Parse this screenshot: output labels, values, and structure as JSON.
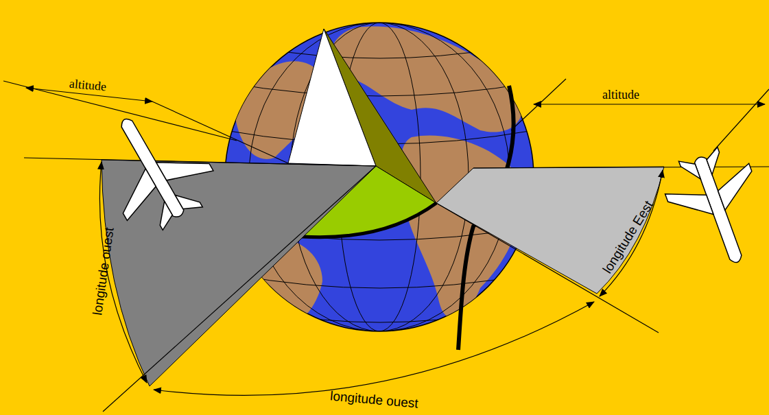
{
  "diagram": {
    "labels": [
      "altitude",
      "altitude",
      "longitude ouest",
      "longitude Eest",
      "longitude ouest"
    ]
  }
}
